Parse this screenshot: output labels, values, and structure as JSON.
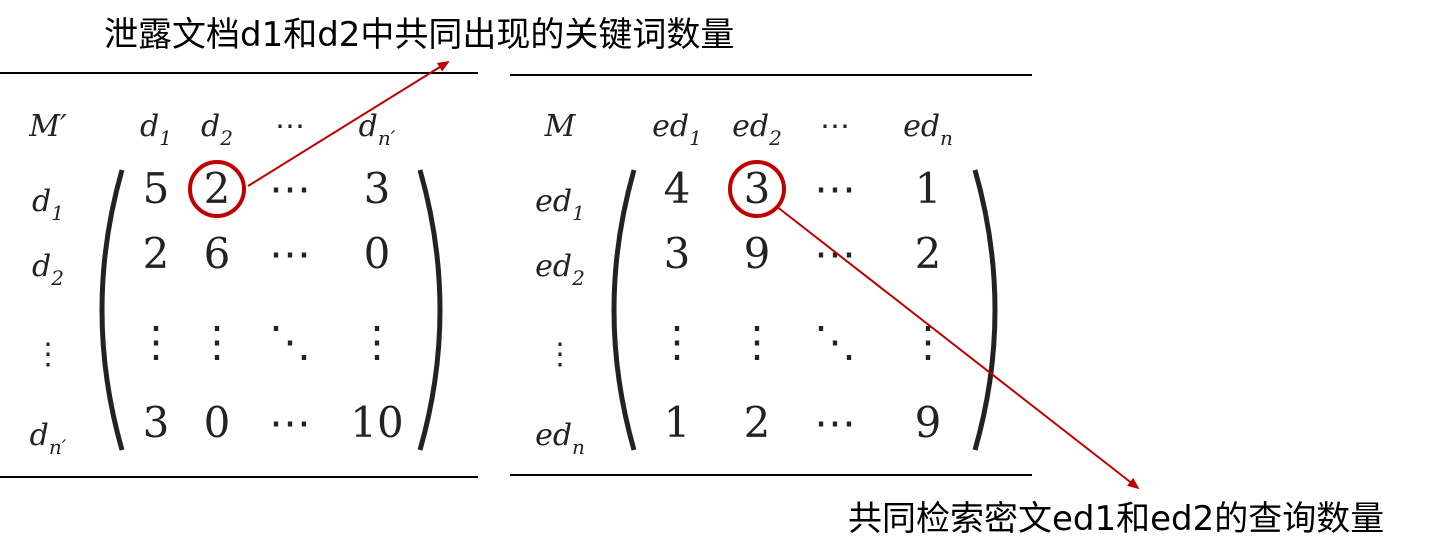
{
  "annotations": {
    "top": "泄露文档d1和d2中共同出现的关键词数量",
    "bottom": "共同检索密文ed1和ed2的查询数量"
  },
  "colors": {
    "highlight": "#c00000",
    "rule": "#000000",
    "text": "#222222"
  },
  "left_matrix": {
    "name": "M′",
    "col_headers": [
      {
        "base": "d",
        "sub": "1"
      },
      {
        "base": "d",
        "sub": "2"
      },
      {
        "base": "⋯",
        "sub": ""
      },
      {
        "base": "d",
        "sub": "n′"
      }
    ],
    "row_headers": [
      {
        "base": "d",
        "sub": "1"
      },
      {
        "base": "d",
        "sub": "2"
      },
      {
        "base": "⋮",
        "sub": ""
      },
      {
        "base": "d",
        "sub": "n′"
      }
    ],
    "rows": [
      [
        "5",
        "2",
        "⋯",
        "3"
      ],
      [
        "2",
        "6",
        "⋯",
        "0"
      ],
      [
        "⋮",
        "⋮",
        "⋱",
        "⋮"
      ],
      [
        "3",
        "0",
        "⋯",
        "10"
      ]
    ],
    "highlighted_cell": {
      "row": 0,
      "col": 1
    }
  },
  "right_matrix": {
    "name": "M",
    "col_headers": [
      {
        "base": "ed",
        "sub": "1"
      },
      {
        "base": "ed",
        "sub": "2"
      },
      {
        "base": "⋯",
        "sub": ""
      },
      {
        "base": "ed",
        "sub": "n"
      }
    ],
    "row_headers": [
      {
        "base": "ed",
        "sub": "1"
      },
      {
        "base": "ed",
        "sub": "2"
      },
      {
        "base": "⋮",
        "sub": ""
      },
      {
        "base": "ed",
        "sub": "n"
      }
    ],
    "rows": [
      [
        "4",
        "3",
        "⋯",
        "1"
      ],
      [
        "3",
        "9",
        "⋯",
        "2"
      ],
      [
        "⋮",
        "⋮",
        "⋱",
        "⋮"
      ],
      [
        "1",
        "2",
        "⋯",
        "9"
      ]
    ],
    "highlighted_cell": {
      "row": 0,
      "col": 1
    }
  }
}
